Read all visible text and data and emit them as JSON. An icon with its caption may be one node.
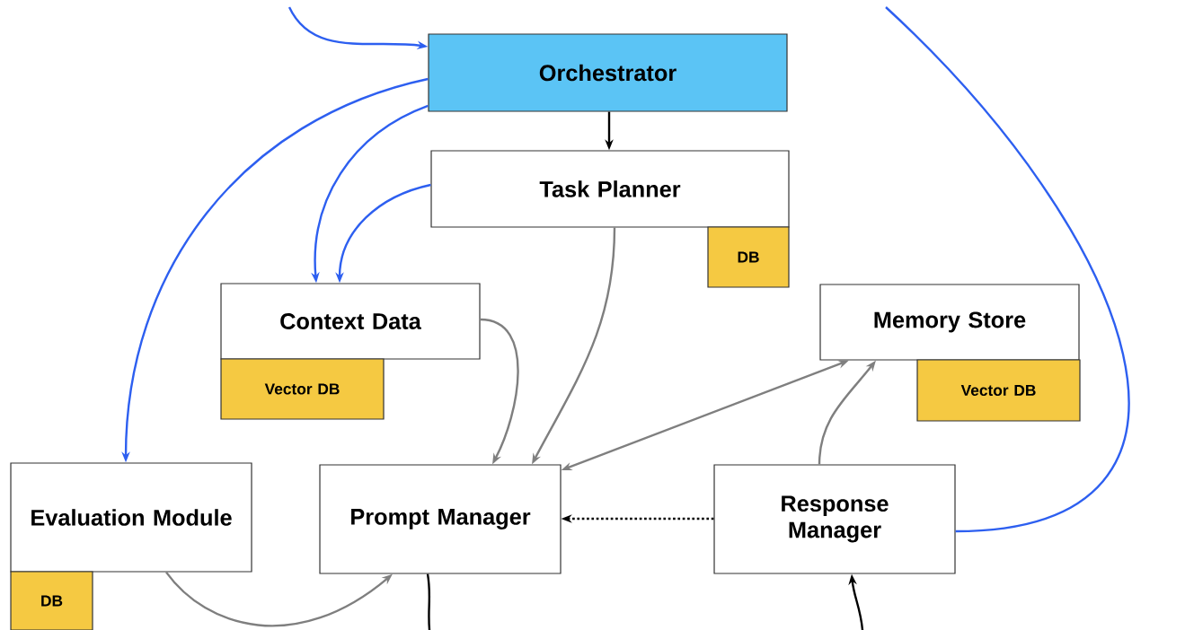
{
  "diagram": {
    "nodes": [
      {
        "text": [
          "Orchestrator"
        ]
      },
      {
        "text": [
          "Task Planner"
        ]
      },
      {
        "text": [
          "DB"
        ]
      },
      {
        "text": [
          "Context Data"
        ]
      },
      {
        "text": [
          "Vector DB"
        ]
      },
      {
        "text": [
          "Memory Store"
        ]
      },
      {
        "text": [
          "Vector DB"
        ]
      },
      {
        "text": [
          "Evaluation Module"
        ]
      },
      {
        "text": [
          "DB"
        ]
      },
      {
        "text": [
          "Prompt Manager"
        ]
      },
      {
        "text": [
          "Response Manager"
        ]
      }
    ],
    "edges": [
      {
        "from": null,
        "to": 0,
        "arrow": "to",
        "color": "#2d5ff0"
      },
      {
        "from": 0,
        "to": 1,
        "arrow": "to",
        "color": "#000000"
      },
      {
        "from": 0,
        "to": 3,
        "arrow": "to",
        "color": "#2d5ff0"
      },
      {
        "from": 0,
        "to": 7,
        "arrow": "to",
        "color": "#2d5ff0"
      },
      {
        "from": 1,
        "to": 3,
        "arrow": "to",
        "color": "#2d5ff0"
      },
      {
        "from": 3,
        "to": 9,
        "arrow": "to",
        "color": "#7f7f7f"
      },
      {
        "from": 1,
        "to": 9,
        "arrow": "to",
        "color": "#7f7f7f"
      },
      {
        "from": 9,
        "to": 5,
        "arrow": "both",
        "color": "#7f7f7f"
      },
      {
        "from": 10,
        "to": 5,
        "arrow": "to",
        "color": "#7f7f7f"
      },
      {
        "from": 10,
        "to": 9,
        "arrow": "to",
        "style": "dashed",
        "color": "#000000"
      },
      {
        "from": 7,
        "to": 9,
        "arrow": "to",
        "color": "#7f7f7f"
      },
      {
        "from": 9,
        "to": null,
        "arrow": "none",
        "color": "#000000"
      },
      {
        "from": null,
        "to": 10,
        "arrow": "to",
        "color": "#000000"
      },
      {
        "from": 10,
        "to": null,
        "arrow": "none",
        "color": "#2d5ff0"
      }
    ]
  }
}
